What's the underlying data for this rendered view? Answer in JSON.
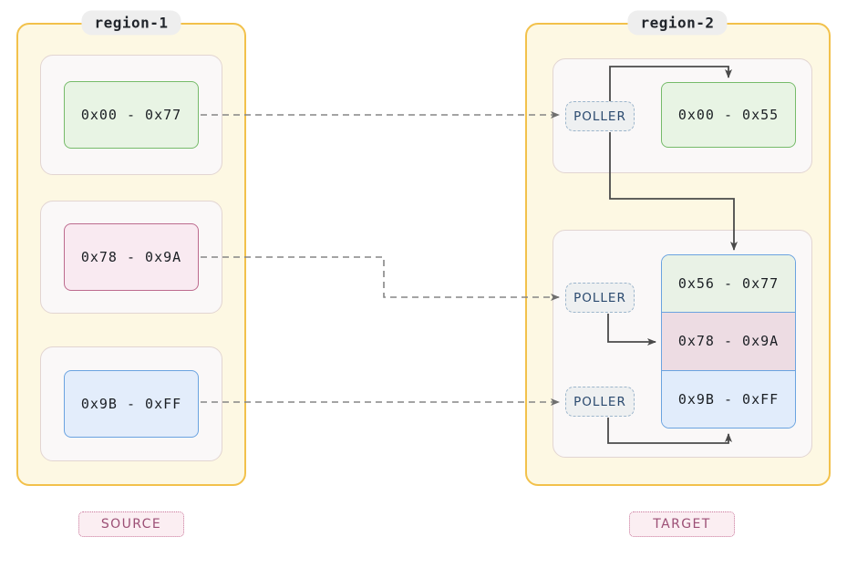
{
  "diagram": {
    "title": "memory region remap diagram",
    "colors": {
      "region_border": "#f2c14b",
      "region_fill": "#fdf8e3",
      "subgroup_fill": "#faf8f8",
      "subgroup_border": "#e2d5d2",
      "green_border": "#76bb6a",
      "green_fill": "#e8f4e4",
      "pink_border": "#bd6b8e",
      "pink_fill": "#f9eaf1",
      "blue_border": "#6aa3e0",
      "blue_fill": "#e3edfb",
      "poller_border": "#9db6cc",
      "poller_text": "#2b4a6f",
      "edge_solid": "#4a4a4a",
      "edge_dashed": "#808080",
      "chip_text": "#9c4f75",
      "chip_fill": "#fbeef2"
    }
  },
  "regions": [
    {
      "id": "region-1",
      "label": "region-1"
    },
    {
      "id": "region-2",
      "label": "region-2"
    }
  ],
  "source": {
    "blocks": [
      {
        "id": "src-0",
        "label": "0x00 - 0x77",
        "color": "green"
      },
      {
        "id": "src-1",
        "label": "0x78 - 0x9A",
        "color": "pink"
      },
      {
        "id": "src-2",
        "label": "0x9B - 0xFF",
        "color": "blue"
      }
    ],
    "chip": "SOURCE"
  },
  "target": {
    "pollers": [
      {
        "id": "poller-0",
        "label": "POLLER"
      },
      {
        "id": "poller-1",
        "label": "POLLER"
      },
      {
        "id": "poller-2",
        "label": "POLLER"
      }
    ],
    "top_block": {
      "id": "tgt-0",
      "label": "0x00 - 0x55",
      "color": "green"
    },
    "stack": [
      {
        "id": "tgt-1",
        "label": "0x56 - 0x77",
        "color": "green"
      },
      {
        "id": "tgt-2",
        "label": "0x78 - 0x9A",
        "color": "pink"
      },
      {
        "id": "tgt-3",
        "label": "0x9B - 0xFF",
        "color": "blue"
      }
    ],
    "chip": "TARGET"
  }
}
